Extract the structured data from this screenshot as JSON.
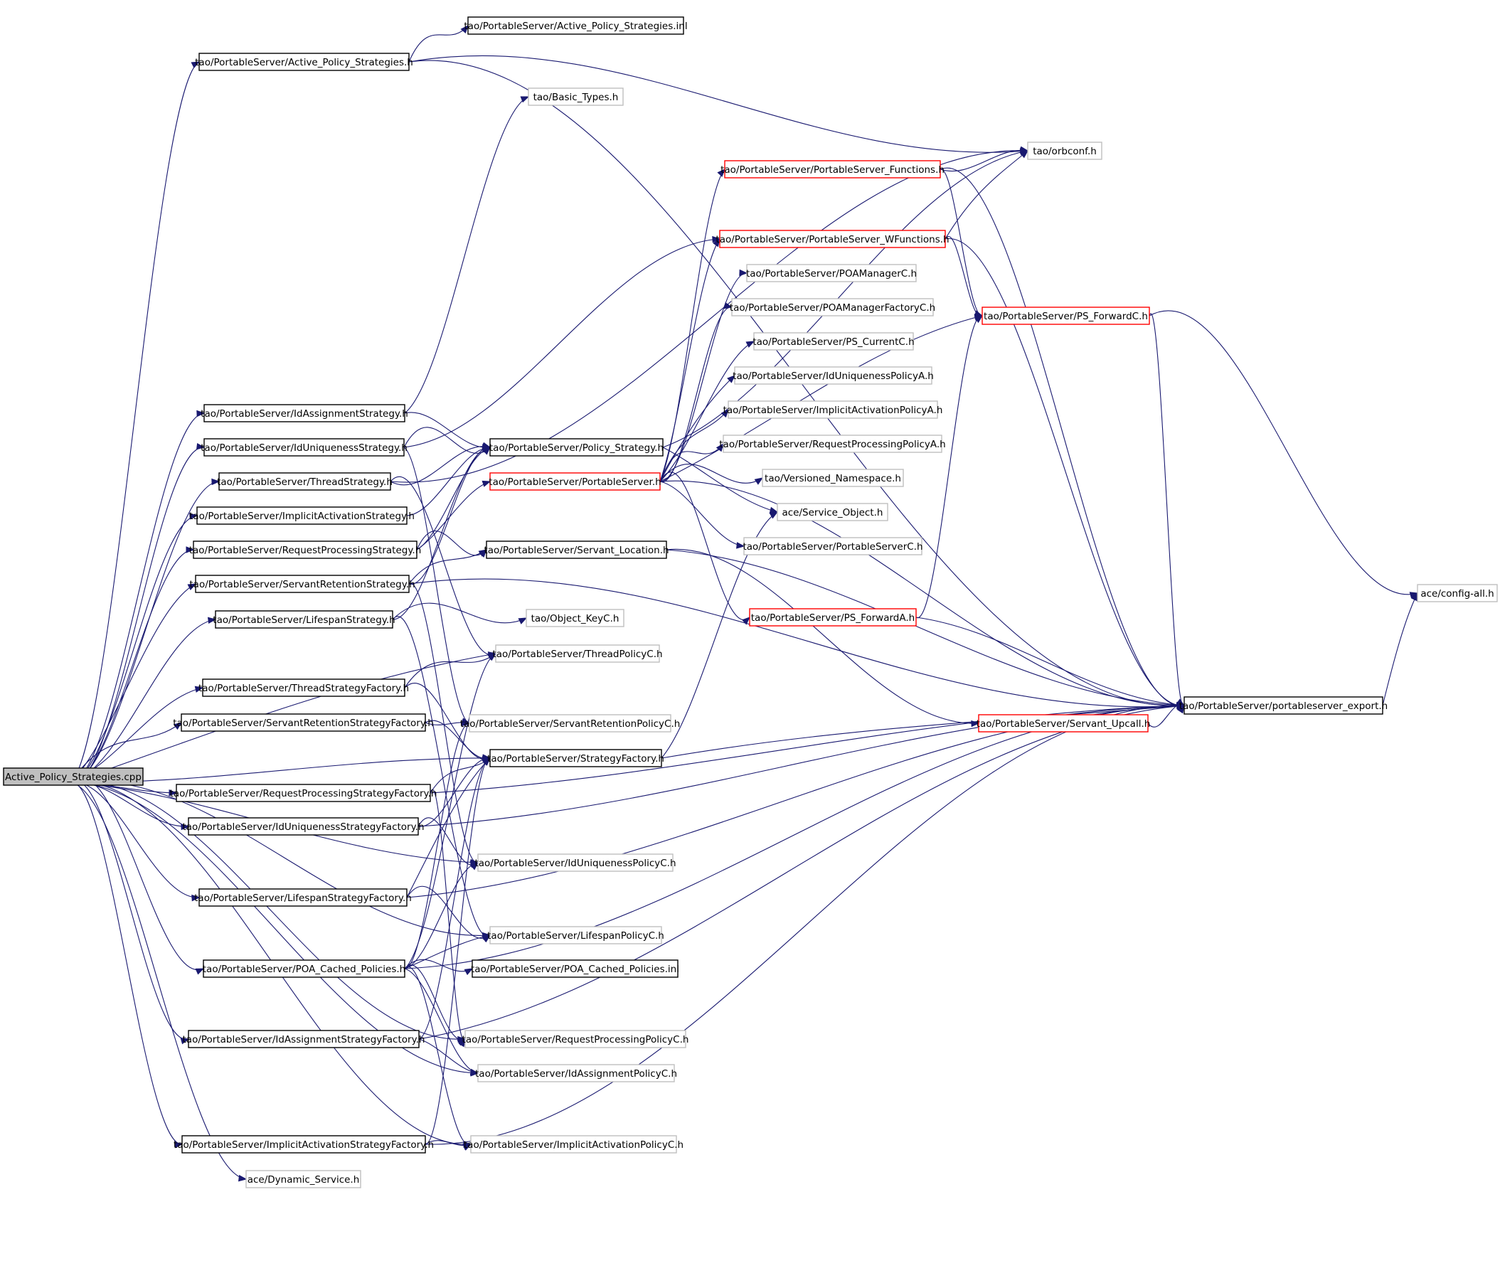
{
  "colors": {
    "edge": "#191970",
    "node_border_black": "#000000",
    "node_border_red": "#ff0000",
    "node_border_gray": "#bfbfbf",
    "root_fill": "#bfbfbf",
    "node_fill": "#ffffff"
  },
  "nodes": [
    {
      "id": "root",
      "label": "Active_Policy_Strategies.cpp",
      "style": "root"
    },
    {
      "id": "aps_h",
      "label": "tao/PortableServer/Active_Policy_Strategies.h",
      "style": "black"
    },
    {
      "id": "aps_inl",
      "label": "tao/PortableServer/Active_Policy_Strategies.inl",
      "style": "black"
    },
    {
      "id": "basic_types",
      "label": "tao/Basic_Types.h",
      "style": "gray"
    },
    {
      "id": "orbconf",
      "label": "tao/orbconf.h",
      "style": "gray"
    },
    {
      "id": "ps_functions",
      "label": "tao/PortableServer/PortableServer_Functions.h",
      "style": "red"
    },
    {
      "id": "ps_wfunctions",
      "label": "tao/PortableServer/PortableServer_WFunctions.h",
      "style": "red"
    },
    {
      "id": "poamanagerc",
      "label": "tao/PortableServer/POAManagerC.h",
      "style": "gray"
    },
    {
      "id": "poamanagerfactoryc",
      "label": "tao/PortableServer/POAManagerFactoryC.h",
      "style": "gray"
    },
    {
      "id": "ps_forwardc",
      "label": "tao/PortableServer/PS_ForwardC.h",
      "style": "red"
    },
    {
      "id": "ps_currentc",
      "label": "tao/PortableServer/PS_CurrentC.h",
      "style": "gray"
    },
    {
      "id": "iduniqpolicya",
      "label": "tao/PortableServer/IdUniquenessPolicyA.h",
      "style": "gray"
    },
    {
      "id": "idassignstrat",
      "label": "tao/PortableServer/IdAssignmentStrategy.h",
      "style": "black"
    },
    {
      "id": "implactpolicya",
      "label": "tao/PortableServer/ImplicitActivationPolicyA.h",
      "style": "gray"
    },
    {
      "id": "iduniqstrat",
      "label": "tao/PortableServer/IdUniquenessStrategy.h",
      "style": "black"
    },
    {
      "id": "policystrat",
      "label": "tao/PortableServer/Policy_Strategy.h",
      "style": "black"
    },
    {
      "id": "reqprocpolicya",
      "label": "tao/PortableServer/RequestProcessingPolicyA.h",
      "style": "gray"
    },
    {
      "id": "threadstrat",
      "label": "tao/PortableServer/ThreadStrategy.h",
      "style": "black"
    },
    {
      "id": "portableserver",
      "label": "tao/PortableServer/PortableServer.h",
      "style": "red"
    },
    {
      "id": "versioned_ns",
      "label": "tao/Versioned_Namespace.h",
      "style": "gray"
    },
    {
      "id": "implactstrat",
      "label": "tao/PortableServer/ImplicitActivationStrategy.h",
      "style": "black"
    },
    {
      "id": "service_object",
      "label": "ace/Service_Object.h",
      "style": "gray"
    },
    {
      "id": "portableserverc",
      "label": "tao/PortableServer/PortableServerC.h",
      "style": "gray"
    },
    {
      "id": "reqprocstrat",
      "label": "tao/PortableServer/RequestProcessingStrategy.h",
      "style": "black"
    },
    {
      "id": "servant_location",
      "label": "tao/PortableServer/Servant_Location.h",
      "style": "black"
    },
    {
      "id": "servretstrat",
      "label": "tao/PortableServer/ServantRetentionStrategy.h",
      "style": "black"
    },
    {
      "id": "config_all",
      "label": "ace/config-all.h",
      "style": "gray"
    },
    {
      "id": "ps_forwarda",
      "label": "tao/PortableServer/PS_ForwardA.h",
      "style": "red"
    },
    {
      "id": "lifespanstrat",
      "label": "tao/PortableServer/LifespanStrategy.h",
      "style": "black"
    },
    {
      "id": "object_keyc",
      "label": "tao/Object_KeyC.h",
      "style": "gray"
    },
    {
      "id": "threadpolicyc",
      "label": "tao/PortableServer/ThreadPolicyC.h",
      "style": "gray"
    },
    {
      "id": "threadstratfactory",
      "label": "tao/PortableServer/ThreadStrategyFactory.h",
      "style": "black"
    },
    {
      "id": "ps_export",
      "label": "tao/PortableServer/portableserver_export.h",
      "style": "black"
    },
    {
      "id": "servretstratfactory",
      "label": "tao/PortableServer/ServantRetentionStrategyFactory.h",
      "style": "black"
    },
    {
      "id": "servretpolicyc",
      "label": "tao/PortableServer/ServantRetentionPolicyC.h",
      "style": "gray"
    },
    {
      "id": "servant_upcall",
      "label": "tao/PortableServer/Servant_Upcall.h",
      "style": "red"
    },
    {
      "id": "stratfactory",
      "label": "tao/PortableServer/StrategyFactory.h",
      "style": "black"
    },
    {
      "id": "reqprocstratfactory",
      "label": "tao/PortableServer/RequestProcessingStrategyFactory.h",
      "style": "black"
    },
    {
      "id": "iduniqstratfactory",
      "label": "tao/PortableServer/IdUniquenessStrategyFactory.h",
      "style": "black"
    },
    {
      "id": "iduniqpolicyc",
      "label": "tao/PortableServer/IdUniquenessPolicyC.h",
      "style": "gray"
    },
    {
      "id": "lifespanstratfactory",
      "label": "tao/PortableServer/LifespanStrategyFactory.h",
      "style": "black"
    },
    {
      "id": "lifespanpolicyc",
      "label": "tao/PortableServer/LifespanPolicyC.h",
      "style": "gray"
    },
    {
      "id": "poa_cached",
      "label": "tao/PortableServer/POA_Cached_Policies.h",
      "style": "black"
    },
    {
      "id": "poa_cached_inl",
      "label": "tao/PortableServer/POA_Cached_Policies.inl",
      "style": "black"
    },
    {
      "id": "idassignstratfactory",
      "label": "tao/PortableServer/IdAssignmentStrategyFactory.h",
      "style": "black"
    },
    {
      "id": "reqprocpolicyc",
      "label": "tao/PortableServer/RequestProcessingPolicyC.h",
      "style": "gray"
    },
    {
      "id": "idassignpolicyc",
      "label": "tao/PortableServer/IdAssignmentPolicyC.h",
      "style": "gray"
    },
    {
      "id": "implactstratfactory",
      "label": "tao/PortableServer/ImplicitActivationStrategyFactory.h",
      "style": "black"
    },
    {
      "id": "implactpolicyc",
      "label": "tao/PortableServer/ImplicitActivationPolicyC.h",
      "style": "gray"
    },
    {
      "id": "dynamic_service",
      "label": "ace/Dynamic_Service.h",
      "style": "gray"
    }
  ],
  "edges": [
    [
      "root",
      "aps_h"
    ],
    [
      "root",
      "idassignstrat"
    ],
    [
      "root",
      "iduniqstrat"
    ],
    [
      "root",
      "threadstrat"
    ],
    [
      "root",
      "implactstrat"
    ],
    [
      "root",
      "reqprocstrat"
    ],
    [
      "root",
      "servretstrat"
    ],
    [
      "root",
      "lifespanstrat"
    ],
    [
      "root",
      "threadpolicyc"
    ],
    [
      "root",
      "threadstratfactory"
    ],
    [
      "root",
      "servretstratfactory"
    ],
    [
      "root",
      "stratfactory"
    ],
    [
      "root",
      "reqprocstratfactory"
    ],
    [
      "root",
      "iduniqstratfactory"
    ],
    [
      "root",
      "iduniqpolicyc"
    ],
    [
      "root",
      "lifespanstratfactory"
    ],
    [
      "root",
      "lifespanpolicyc"
    ],
    [
      "root",
      "poa_cached"
    ],
    [
      "root",
      "reqprocpolicyc"
    ],
    [
      "root",
      "idassignstratfactory"
    ],
    [
      "root",
      "idassignpolicyc"
    ],
    [
      "root",
      "implactstratfactory"
    ],
    [
      "root",
      "implactpolicyc"
    ],
    [
      "root",
      "dynamic_service"
    ],
    [
      "aps_h",
      "aps_inl"
    ],
    [
      "aps_h",
      "orbconf"
    ],
    [
      "aps_h",
      "ps_export"
    ],
    [
      "idassignstrat",
      "basic_types"
    ],
    [
      "idassignstrat",
      "policystrat"
    ],
    [
      "iduniqstrat",
      "policystrat"
    ],
    [
      "iduniqstrat",
      "ps_wfunctions"
    ],
    [
      "iduniqstrat",
      "servretpolicyc"
    ],
    [
      "threadstrat",
      "policystrat"
    ],
    [
      "threadstrat",
      "orbconf"
    ],
    [
      "threadstrat",
      "threadpolicyc"
    ],
    [
      "implactstrat",
      "policystrat"
    ],
    [
      "reqprocstrat",
      "policystrat"
    ],
    [
      "reqprocstrat",
      "portableserver"
    ],
    [
      "reqprocstrat",
      "servant_location"
    ],
    [
      "servretstrat",
      "policystrat"
    ],
    [
      "servretstrat",
      "servant_location"
    ],
    [
      "servretstrat",
      "ps_export"
    ],
    [
      "servretstrat",
      "iduniqpolicyc"
    ],
    [
      "lifespanstrat",
      "policystrat"
    ],
    [
      "lifespanstrat",
      "object_keyc"
    ],
    [
      "lifespanstrat",
      "lifespanpolicyc"
    ],
    [
      "policystrat",
      "orbconf"
    ],
    [
      "policystrat",
      "service_object"
    ],
    [
      "portableserver",
      "ps_functions"
    ],
    [
      "portableserver",
      "ps_wfunctions"
    ],
    [
      "portableserver",
      "poamanagerc"
    ],
    [
      "portableserver",
      "poamanagerfactoryc"
    ],
    [
      "portableserver",
      "ps_currentc"
    ],
    [
      "portableserver",
      "iduniqpolicya"
    ],
    [
      "portableserver",
      "implactpolicya"
    ],
    [
      "portableserver",
      "reqprocpolicya"
    ],
    [
      "portableserver",
      "versioned_ns"
    ],
    [
      "portableserver",
      "portableserverc"
    ],
    [
      "portableserver",
      "ps_forwarda"
    ],
    [
      "portableserver",
      "ps_export"
    ],
    [
      "portableserver",
      "ps_forwardc"
    ],
    [
      "ps_functions",
      "orbconf"
    ],
    [
      "ps_functions",
      "ps_forwardc"
    ],
    [
      "ps_functions",
      "ps_export"
    ],
    [
      "ps_wfunctions",
      "orbconf"
    ],
    [
      "ps_wfunctions",
      "ps_forwardc"
    ],
    [
      "ps_wfunctions",
      "ps_export"
    ],
    [
      "ps_forwardc",
      "ps_export"
    ],
    [
      "ps_forwardc",
      "config_all"
    ],
    [
      "ps_forwarda",
      "ps_forwardc"
    ],
    [
      "ps_forwarda",
      "ps_export"
    ],
    [
      "servant_location",
      "servant_upcall"
    ],
    [
      "servant_location",
      "ps_export"
    ],
    [
      "servant_upcall",
      "ps_export"
    ],
    [
      "ps_export",
      "config_all"
    ],
    [
      "threadstratfactory",
      "stratfactory"
    ],
    [
      "threadstratfactory",
      "threadpolicyc"
    ],
    [
      "servretstratfactory",
      "stratfactory"
    ],
    [
      "servretstratfactory",
      "servretpolicyc"
    ],
    [
      "stratfactory",
      "service_object"
    ],
    [
      "stratfactory",
      "ps_export"
    ],
    [
      "reqprocstratfactory",
      "stratfactory"
    ],
    [
      "reqprocstratfactory",
      "reqprocpolicyc"
    ],
    [
      "reqprocstratfactory",
      "ps_export"
    ],
    [
      "iduniqstratfactory",
      "stratfactory"
    ],
    [
      "iduniqstratfactory",
      "iduniqpolicyc"
    ],
    [
      "iduniqstratfactory",
      "ps_export"
    ],
    [
      "lifespanstratfactory",
      "stratfactory"
    ],
    [
      "lifespanstratfactory",
      "lifespanpolicyc"
    ],
    [
      "lifespanstratfactory",
      "ps_export"
    ],
    [
      "poa_cached",
      "poa_cached_inl"
    ],
    [
      "poa_cached",
      "threadpolicyc"
    ],
    [
      "poa_cached",
      "lifespanpolicyc"
    ],
    [
      "poa_cached",
      "iduniqpolicyc"
    ],
    [
      "poa_cached",
      "reqprocpolicyc"
    ],
    [
      "poa_cached",
      "idassignpolicyc"
    ],
    [
      "poa_cached",
      "implactpolicyc"
    ],
    [
      "poa_cached",
      "servretpolicyc"
    ],
    [
      "poa_cached",
      "ps_export"
    ],
    [
      "idassignstratfactory",
      "stratfactory"
    ],
    [
      "idassignstratfactory",
      "idassignpolicyc"
    ],
    [
      "idassignstratfactory",
      "ps_export"
    ],
    [
      "implactstratfactory",
      "stratfactory"
    ],
    [
      "implactstratfactory",
      "implactpolicyc"
    ],
    [
      "implactstratfactory",
      "ps_export"
    ]
  ]
}
